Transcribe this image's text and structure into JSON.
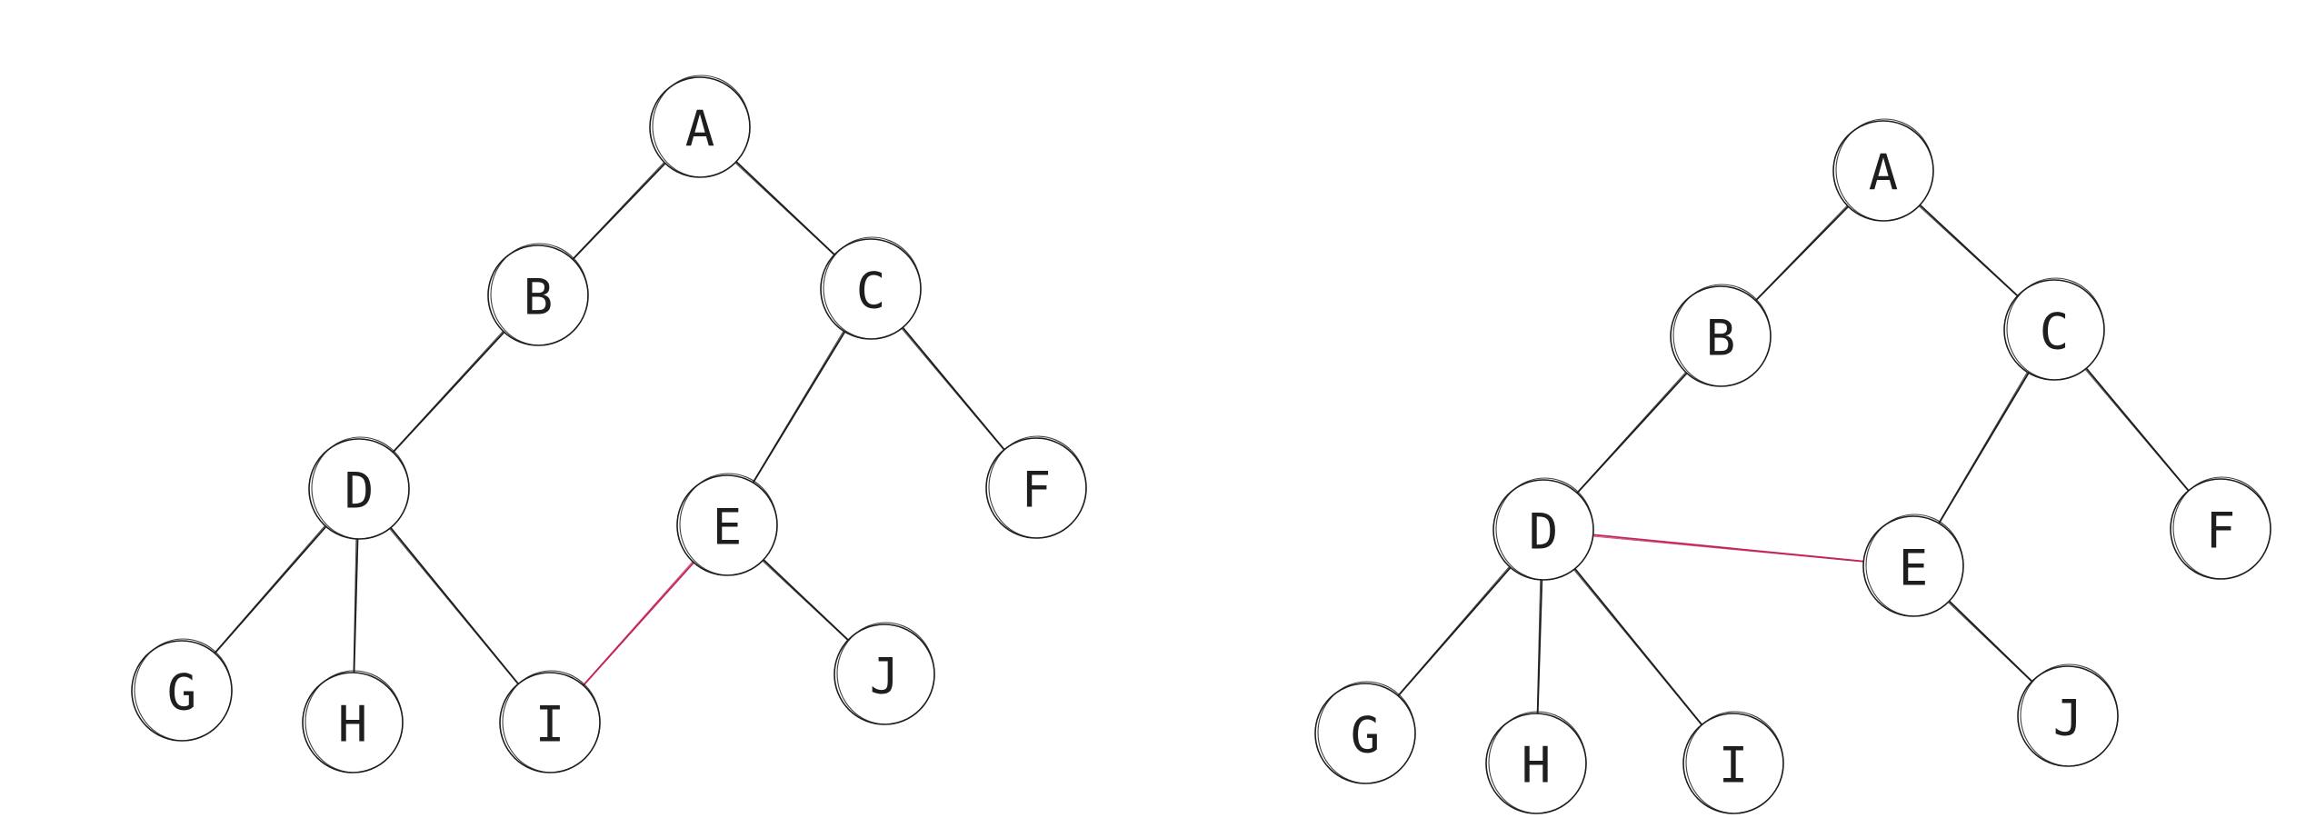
{
  "colors": {
    "stroke": "#1e1e1e",
    "highlight": "#c2255c",
    "background": "#ffffff"
  },
  "trees": [
    {
      "nodes": [
        {
          "id": "A",
          "label": "A"
        },
        {
          "id": "B",
          "label": "B"
        },
        {
          "id": "C",
          "label": "C"
        },
        {
          "id": "D",
          "label": "D"
        },
        {
          "id": "E",
          "label": "E"
        },
        {
          "id": "F",
          "label": "F"
        },
        {
          "id": "G",
          "label": "G"
        },
        {
          "id": "H",
          "label": "H"
        },
        {
          "id": "I",
          "label": "I"
        },
        {
          "id": "J",
          "label": "J"
        }
      ],
      "edges": [
        {
          "from": "A",
          "to": "B",
          "highlight": false
        },
        {
          "from": "A",
          "to": "C",
          "highlight": false
        },
        {
          "from": "B",
          "to": "D",
          "highlight": false
        },
        {
          "from": "C",
          "to": "E",
          "highlight": false
        },
        {
          "from": "C",
          "to": "F",
          "highlight": false
        },
        {
          "from": "D",
          "to": "G",
          "highlight": false
        },
        {
          "from": "D",
          "to": "H",
          "highlight": false
        },
        {
          "from": "D",
          "to": "I",
          "highlight": false
        },
        {
          "from": "E",
          "to": "J",
          "highlight": false
        },
        {
          "from": "E",
          "to": "I",
          "highlight": true
        }
      ]
    },
    {
      "nodes": [
        {
          "id": "A",
          "label": "A"
        },
        {
          "id": "B",
          "label": "B"
        },
        {
          "id": "C",
          "label": "C"
        },
        {
          "id": "D",
          "label": "D"
        },
        {
          "id": "E",
          "label": "E"
        },
        {
          "id": "F",
          "label": "F"
        },
        {
          "id": "G",
          "label": "G"
        },
        {
          "id": "H",
          "label": "H"
        },
        {
          "id": "I",
          "label": "I"
        },
        {
          "id": "J",
          "label": "J"
        }
      ],
      "edges": [
        {
          "from": "A",
          "to": "B",
          "highlight": false
        },
        {
          "from": "A",
          "to": "C",
          "highlight": false
        },
        {
          "from": "B",
          "to": "D",
          "highlight": false
        },
        {
          "from": "C",
          "to": "E",
          "highlight": false
        },
        {
          "from": "C",
          "to": "F",
          "highlight": false
        },
        {
          "from": "D",
          "to": "G",
          "highlight": false
        },
        {
          "from": "D",
          "to": "H",
          "highlight": false
        },
        {
          "from": "D",
          "to": "I",
          "highlight": false
        },
        {
          "from": "E",
          "to": "J",
          "highlight": false
        },
        {
          "from": "D",
          "to": "E",
          "highlight": true
        }
      ]
    }
  ]
}
